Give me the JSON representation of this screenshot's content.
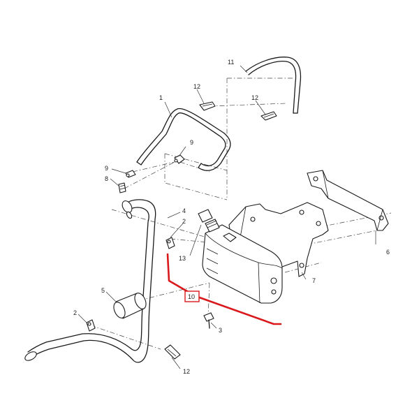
{
  "diagram": {
    "callouts": {
      "c1": "1",
      "c2a": "2",
      "c2b": "2",
      "c3": "3",
      "c4": "4",
      "c5": "5",
      "c6": "6",
      "c7": "7",
      "c8": "8",
      "c9a": "9",
      "c9b": "9",
      "c10": "10",
      "c11": "11",
      "c12a": "12",
      "c12b": "12",
      "c12c": "12",
      "c13": "13"
    },
    "highlight_color": "#d9191c",
    "line_color": "#1a1a1a"
  }
}
